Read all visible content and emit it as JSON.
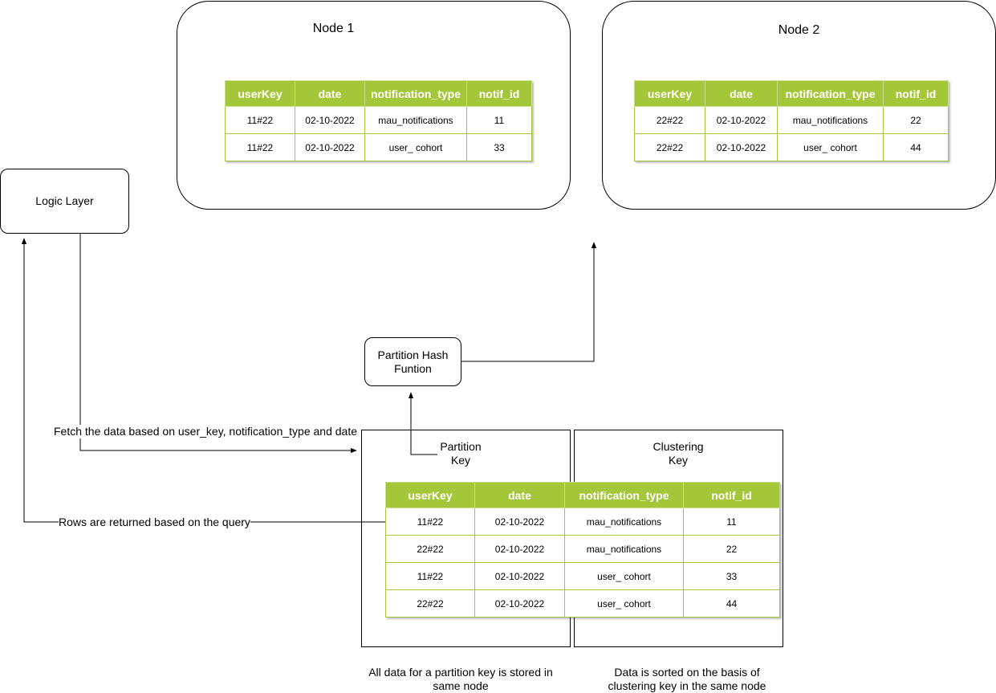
{
  "node1": {
    "title": "Node 1",
    "table": {
      "columns": [
        "userKey",
        "date",
        "notification_type",
        "notif_id"
      ],
      "rows": [
        [
          "11#22",
          "02-10-2022",
          "mau_notifications",
          "11"
        ],
        [
          "11#22",
          "02-10-2022",
          "user_ cohort",
          "33"
        ]
      ]
    }
  },
  "node2": {
    "title": "Node 2",
    "table": {
      "columns": [
        "userKey",
        "date",
        "notification_type",
        "notif_id"
      ],
      "rows": [
        [
          "22#22",
          "02-10-2022",
          "mau_notifications",
          "22"
        ],
        [
          "22#22",
          "02-10-2022",
          "user_ cohort",
          "44"
        ]
      ]
    }
  },
  "logic_layer": {
    "label": "Logic Layer"
  },
  "hash_function": {
    "line1": "Partition Hash",
    "line2": "Funtion"
  },
  "partition_key": {
    "line1": "Partition",
    "line2": "Key"
  },
  "clustering_key": {
    "line1": "Clustering",
    "line2": "Key"
  },
  "fetch_label": "Fetch the data based on user_key, notification_type and date",
  "rows_returned_label": "Rows are returned based on the query",
  "main_table": {
    "columns": [
      "userKey",
      "date",
      "notification_type",
      "notif_id"
    ],
    "rows": [
      [
        "11#22",
        "02-10-2022",
        "mau_notifications",
        "11"
      ],
      [
        "22#22",
        "02-10-2022",
        "mau_notifications",
        "22"
      ],
      [
        "11#22",
        "02-10-2022",
        "user_ cohort",
        "33"
      ],
      [
        "22#22",
        "02-10-2022",
        "user_ cohort",
        "44"
      ]
    ]
  },
  "partition_caption": {
    "line1": "All data for a partition key is stored in",
    "line2": "same node"
  },
  "clustering_caption": {
    "line1": "Data is sorted on the basis of",
    "line2": "clustering key in the same node"
  }
}
